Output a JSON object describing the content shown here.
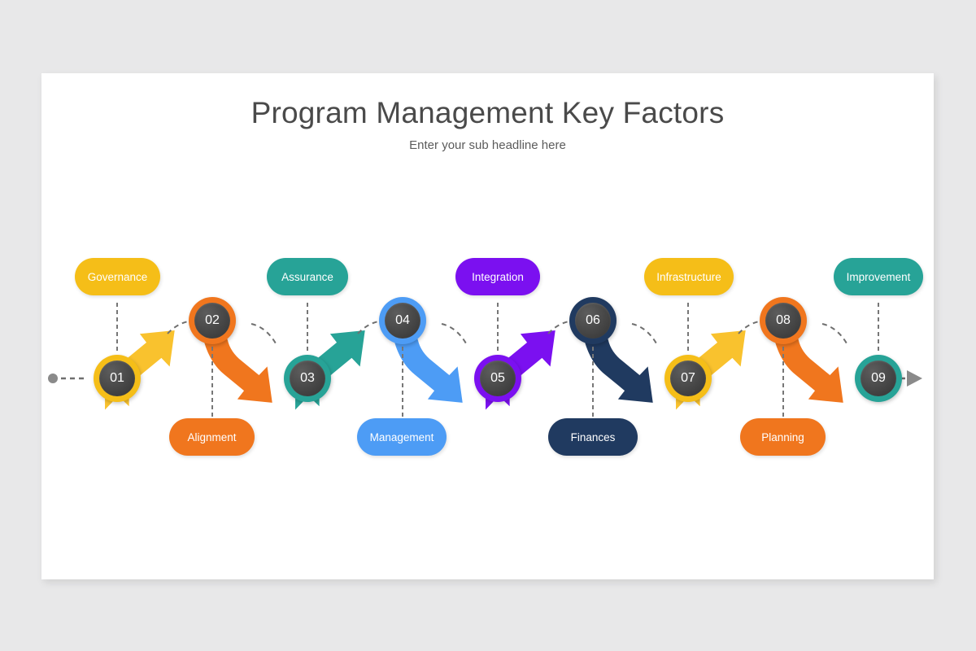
{
  "slide": {
    "title": "Program Management Key Factors",
    "subtitle": "Enter your sub headline here",
    "background_color": "#e8e8e9",
    "card_color": "#ffffff",
    "title_color": "#4a4a4a"
  },
  "diagram": {
    "type": "zigzag-process-flow",
    "step_count": 9,
    "start_marker": "start-dot",
    "end_marker": "end-arrowhead",
    "marker_color": "#808080",
    "connector_style": "dashed",
    "connector_color": "#777777",
    "steps": [
      {
        "number": "01",
        "label": "Governance",
        "color": "#f5be18",
        "label_position": "top",
        "node_position": "low"
      },
      {
        "number": "02",
        "label": "Alignment",
        "color": "#f0761e",
        "label_position": "bottom",
        "node_position": "high"
      },
      {
        "number": "03",
        "label": "Assurance",
        "color": "#27a397",
        "label_position": "top",
        "node_position": "low"
      },
      {
        "number": "04",
        "label": "Management",
        "color": "#4d9cf5",
        "label_position": "bottom",
        "node_position": "high"
      },
      {
        "number": "05",
        "label": "Integration",
        "color": "#7b10f0",
        "label_position": "top",
        "node_position": "low"
      },
      {
        "number": "06",
        "label": "Finances",
        "color": "#203a60",
        "label_position": "bottom",
        "node_position": "high"
      },
      {
        "number": "07",
        "label": "Infrastructure",
        "color": "#f5be18",
        "label_position": "top",
        "node_position": "low"
      },
      {
        "number": "08",
        "label": "Planning",
        "color": "#f0761e",
        "label_position": "bottom",
        "node_position": "high"
      },
      {
        "number": "09",
        "label": "Improvement",
        "color": "#27a397",
        "label_position": "top",
        "node_position": "low"
      }
    ]
  },
  "nodes": {
    "n1": "01",
    "n2": "02",
    "n3": "03",
    "n4": "04",
    "n5": "05",
    "n6": "06",
    "n7": "07",
    "n8": "08",
    "n9": "09"
  },
  "labels": {
    "l1": "Governance",
    "l2": "Alignment",
    "l3": "Assurance",
    "l4": "Management",
    "l5": "Integration",
    "l6": "Finances",
    "l7": "Infrastructure",
    "l8": "Planning",
    "l9": "Improvement"
  }
}
